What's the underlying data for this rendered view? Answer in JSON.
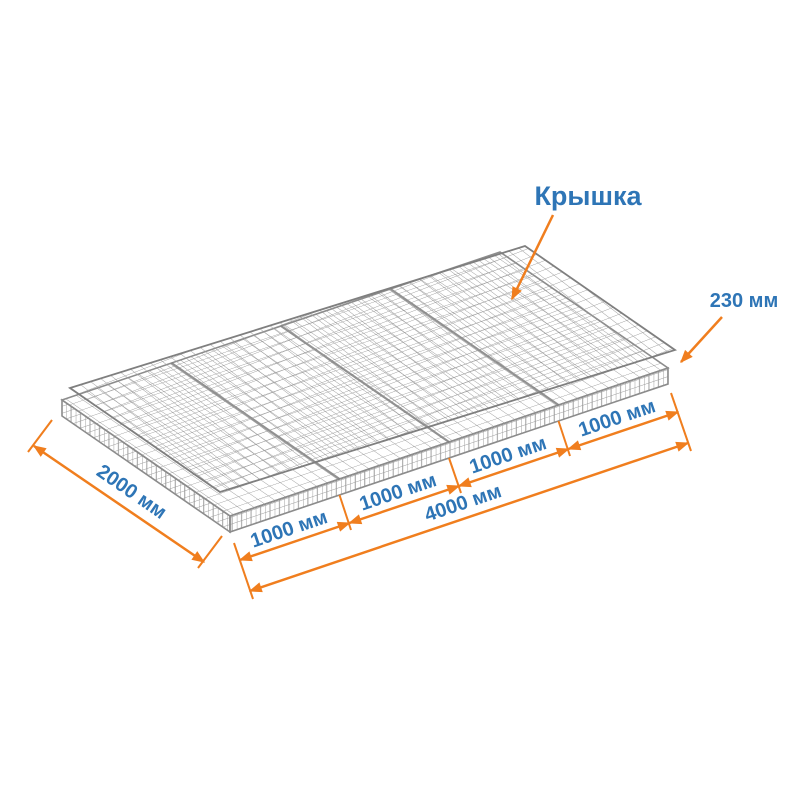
{
  "diagram": {
    "labels": {
      "lid": "Крышка",
      "height": "230 мм",
      "width": "2000 мм",
      "total_length": "4000 мм"
    },
    "segment_labels": [
      "1000 мм",
      "1000 мм",
      "1000 мм",
      "1000 мм"
    ],
    "colors": {
      "dimension_accent": "#F07E1E",
      "label_blue": "#2E75B6",
      "mesh_gray": "#9A9A9A"
    }
  }
}
